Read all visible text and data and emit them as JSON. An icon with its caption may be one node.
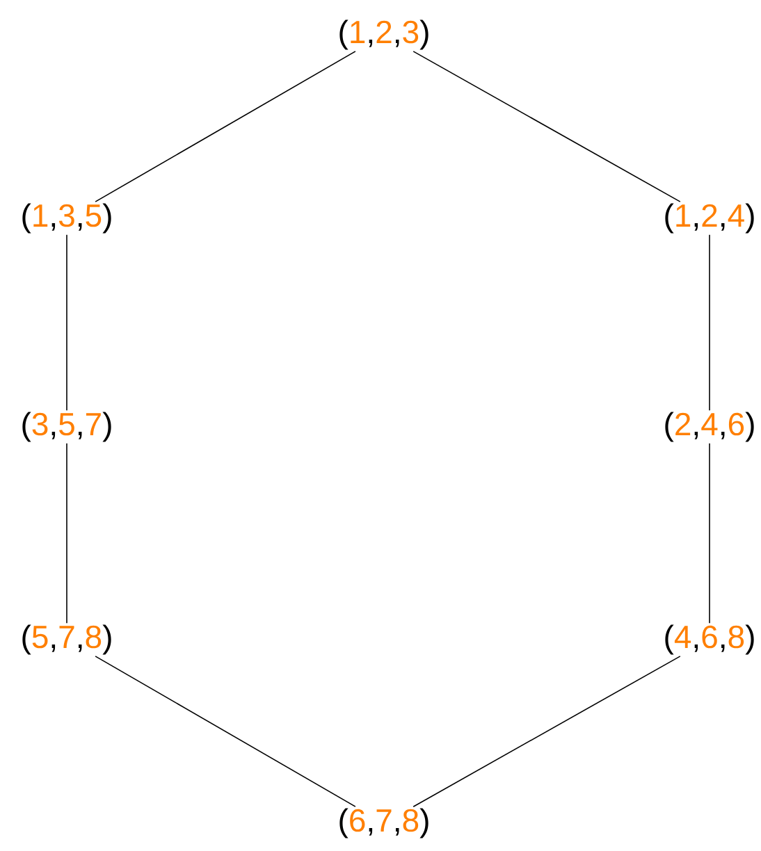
{
  "diagram": {
    "nodes": [
      {
        "text": [
          "(1,2,3)"
        ]
      },
      {
        "text": [
          "(1,3,5)"
        ]
      },
      {
        "text": [
          "(1,2,4)"
        ]
      },
      {
        "text": [
          "(3,5,7)"
        ]
      },
      {
        "text": [
          "(2,4,6)"
        ]
      },
      {
        "text": [
          "(5,7,8)"
        ]
      },
      {
        "text": [
          "(4,6,8)"
        ]
      },
      {
        "text": [
          "(6,7,8)"
        ]
      }
    ],
    "edges": [
      {
        "from": 0,
        "to": 1,
        "arrow": "none"
      },
      {
        "from": 0,
        "to": 2,
        "arrow": "none"
      },
      {
        "from": 1,
        "to": 3,
        "arrow": "none"
      },
      {
        "from": 2,
        "to": 4,
        "arrow": "none"
      },
      {
        "from": 3,
        "to": 5,
        "arrow": "none"
      },
      {
        "from": 4,
        "to": 6,
        "arrow": "none"
      },
      {
        "from": 5,
        "to": 7,
        "arrow": "none"
      },
      {
        "from": 6,
        "to": 7,
        "arrow": "none"
      }
    ]
  }
}
